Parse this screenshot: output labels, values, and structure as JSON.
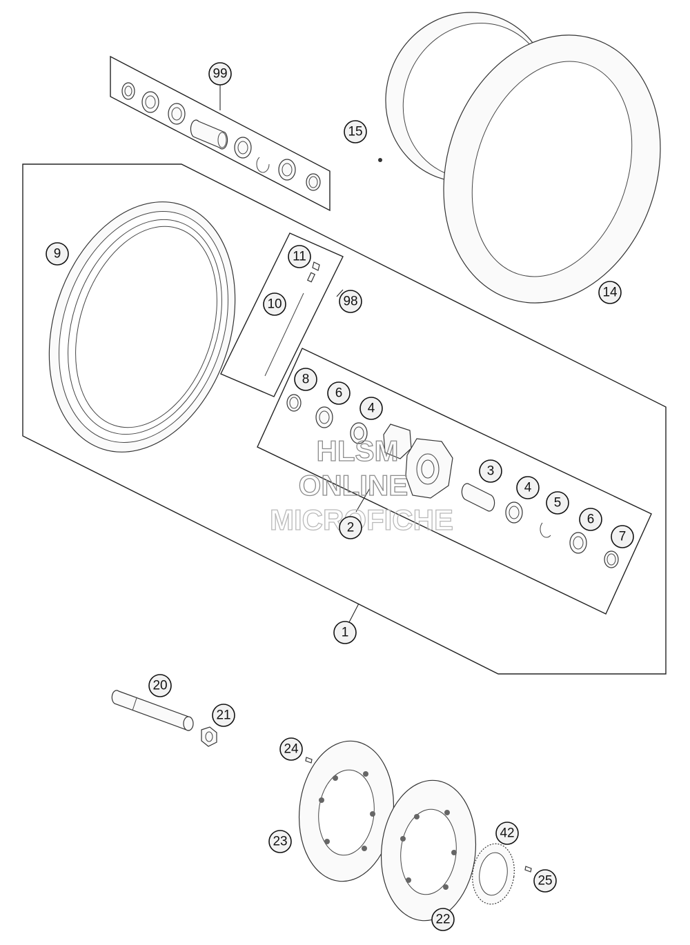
{
  "callouts": [
    {
      "id": "99",
      "label": "99"
    },
    {
      "id": "15",
      "label": "15"
    },
    {
      "id": "9",
      "label": "9"
    },
    {
      "id": "11",
      "label": "11"
    },
    {
      "id": "10",
      "label": "10"
    },
    {
      "id": "98",
      "label": "98"
    },
    {
      "id": "14",
      "label": "14"
    },
    {
      "id": "8",
      "label": "8"
    },
    {
      "id": "6a",
      "label": "6"
    },
    {
      "id": "4a",
      "label": "4"
    },
    {
      "id": "3",
      "label": "3"
    },
    {
      "id": "4b",
      "label": "4"
    },
    {
      "id": "5",
      "label": "5"
    },
    {
      "id": "6b",
      "label": "6"
    },
    {
      "id": "7",
      "label": "7"
    },
    {
      "id": "2",
      "label": "2"
    },
    {
      "id": "1",
      "label": "1"
    },
    {
      "id": "20",
      "label": "20"
    },
    {
      "id": "21",
      "label": "21"
    },
    {
      "id": "24",
      "label": "24"
    },
    {
      "id": "23",
      "label": "23"
    },
    {
      "id": "42",
      "label": "42"
    },
    {
      "id": "25",
      "label": "25"
    },
    {
      "id": "22",
      "label": "22"
    }
  ],
  "watermark": {
    "line1": "HLSM",
    "line2": "ONLINE",
    "line3": "MICROFICHE"
  }
}
